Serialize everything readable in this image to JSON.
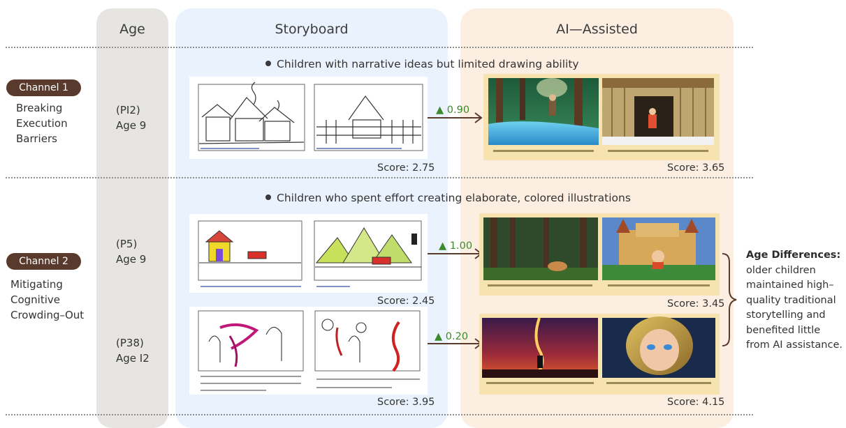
{
  "columns": {
    "age": "Age",
    "storyboard": "Storyboard",
    "ai_assisted": "AI—Assisted"
  },
  "channels": [
    {
      "label": "Channel 1",
      "description": [
        "Breaking",
        "Execution",
        "Barriers"
      ]
    },
    {
      "label": "Channel 2",
      "description": [
        "Mitigating",
        "Cognitive",
        "Crowding–Out"
      ]
    }
  ],
  "notes": {
    "channel1": "Children with narrative ideas but limited drawing ability",
    "channel2": "Children who spent effort creating elaborate, colored illustrations"
  },
  "rows": [
    {
      "participant": "(PI2)",
      "age": "Age 9",
      "storyboard_score": "Score: 2.75",
      "ai_score": "Score: 3.65",
      "delta": "▲ 0.90"
    },
    {
      "participant": "(P5)",
      "age": "Age 9",
      "storyboard_score": "Score: 2.45",
      "ai_score": "Score: 3.45",
      "delta": "▲ 1.00"
    },
    {
      "participant": "(P38)",
      "age": "Age I2",
      "storyboard_score": "Score: 3.95",
      "ai_score": "Score: 4.15",
      "delta": "▲ 0.20"
    }
  ],
  "age_differences": {
    "title": "Age Differences:",
    "lines": [
      "older children",
      "maintained high–",
      "quality traditional",
      "storytelling and",
      "benefited little",
      "from AI assistance."
    ]
  },
  "colors": {
    "channel_pill": "#5a3a2c",
    "delta_green": "#3d8a2e",
    "arrow": "#5a3a2c",
    "storyboard_bg": "#eaf3fd",
    "ai_bg": "#fcefe2",
    "age_bg": "#e6e5e1"
  }
}
